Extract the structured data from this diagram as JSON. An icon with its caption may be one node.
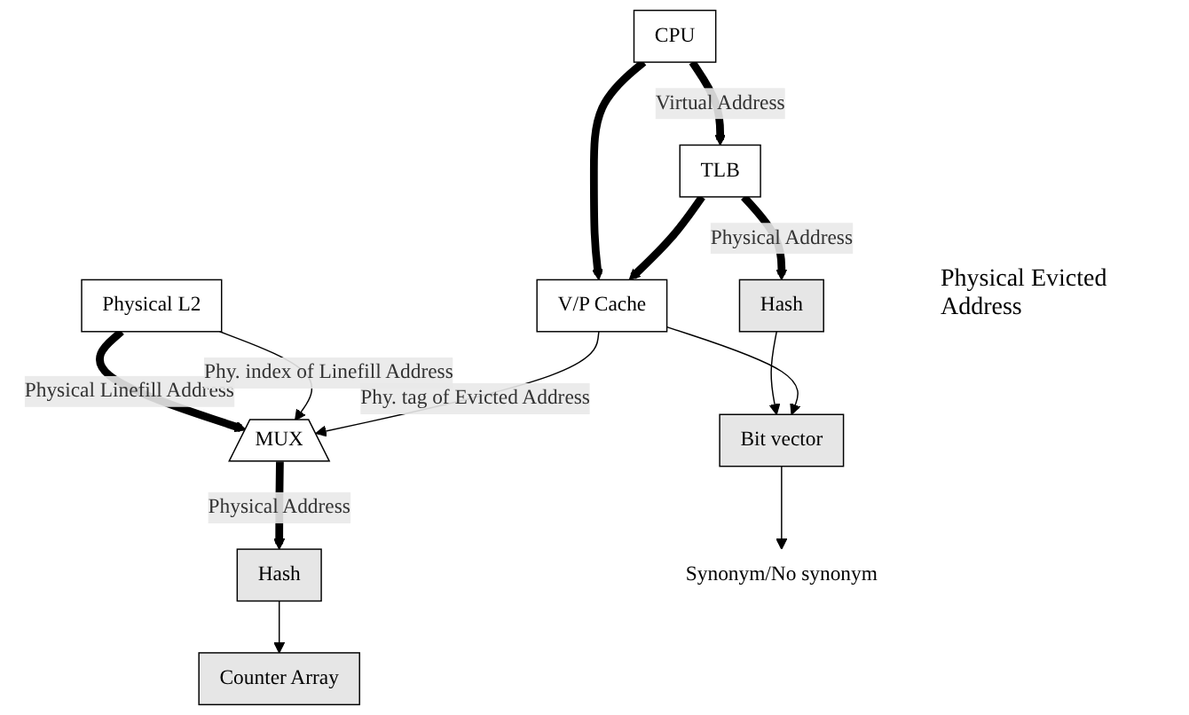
{
  "diagram": {
    "nodes": [
      {
        "text": [
          "Counter Array"
        ]
      },
      {
        "text": [
          "Hash"
        ]
      },
      {
        "text": [
          "MUX"
        ]
      },
      {
        "text": [
          "Physical L2"
        ]
      },
      {
        "text": [
          "CPU"
        ]
      },
      {
        "text": [
          "TLB"
        ]
      },
      {
        "text": [
          "V/P Cache"
        ]
      },
      {
        "text": [
          "Hash"
        ]
      },
      {
        "text": [
          "Bit vector"
        ]
      },
      {
        "text": [
          "Synonym/No synonym"
        ]
      }
    ],
    "edges": [
      {
        "from": 1,
        "to": 0,
        "arrow": "to"
      },
      {
        "from": 2,
        "to": 1,
        "arrow": "to",
        "style": "thick",
        "label": "Physical Address"
      },
      {
        "from": 3,
        "to": 2,
        "arrow": "to",
        "style": "thick",
        "label": "Physical Linefill Address"
      },
      {
        "from": 3,
        "to": 2,
        "arrow": "to",
        "label": "Phy. index of Linefill Address"
      },
      {
        "from": 6,
        "to": 2,
        "arrow": "to",
        "label": "Phy. tag of Evicted Address"
      },
      {
        "from": 4,
        "to": 5,
        "arrow": "to",
        "style": "thick",
        "label": "Virtual Address"
      },
      {
        "from": 4,
        "to": 6,
        "arrow": "to",
        "style": "thick"
      },
      {
        "from": 5,
        "to": 6,
        "arrow": "to",
        "style": "thick"
      },
      {
        "from": 5,
        "to": 7,
        "arrow": "to",
        "style": "thick",
        "label": "Physical Address"
      },
      {
        "from": 7,
        "to": 8,
        "arrow": "to"
      },
      {
        "from": 6,
        "to": 8,
        "arrow": "to"
      },
      {
        "from": 8,
        "to": 9,
        "arrow": "to"
      }
    ],
    "labels": [
      "Physical Evicted Address"
    ]
  }
}
